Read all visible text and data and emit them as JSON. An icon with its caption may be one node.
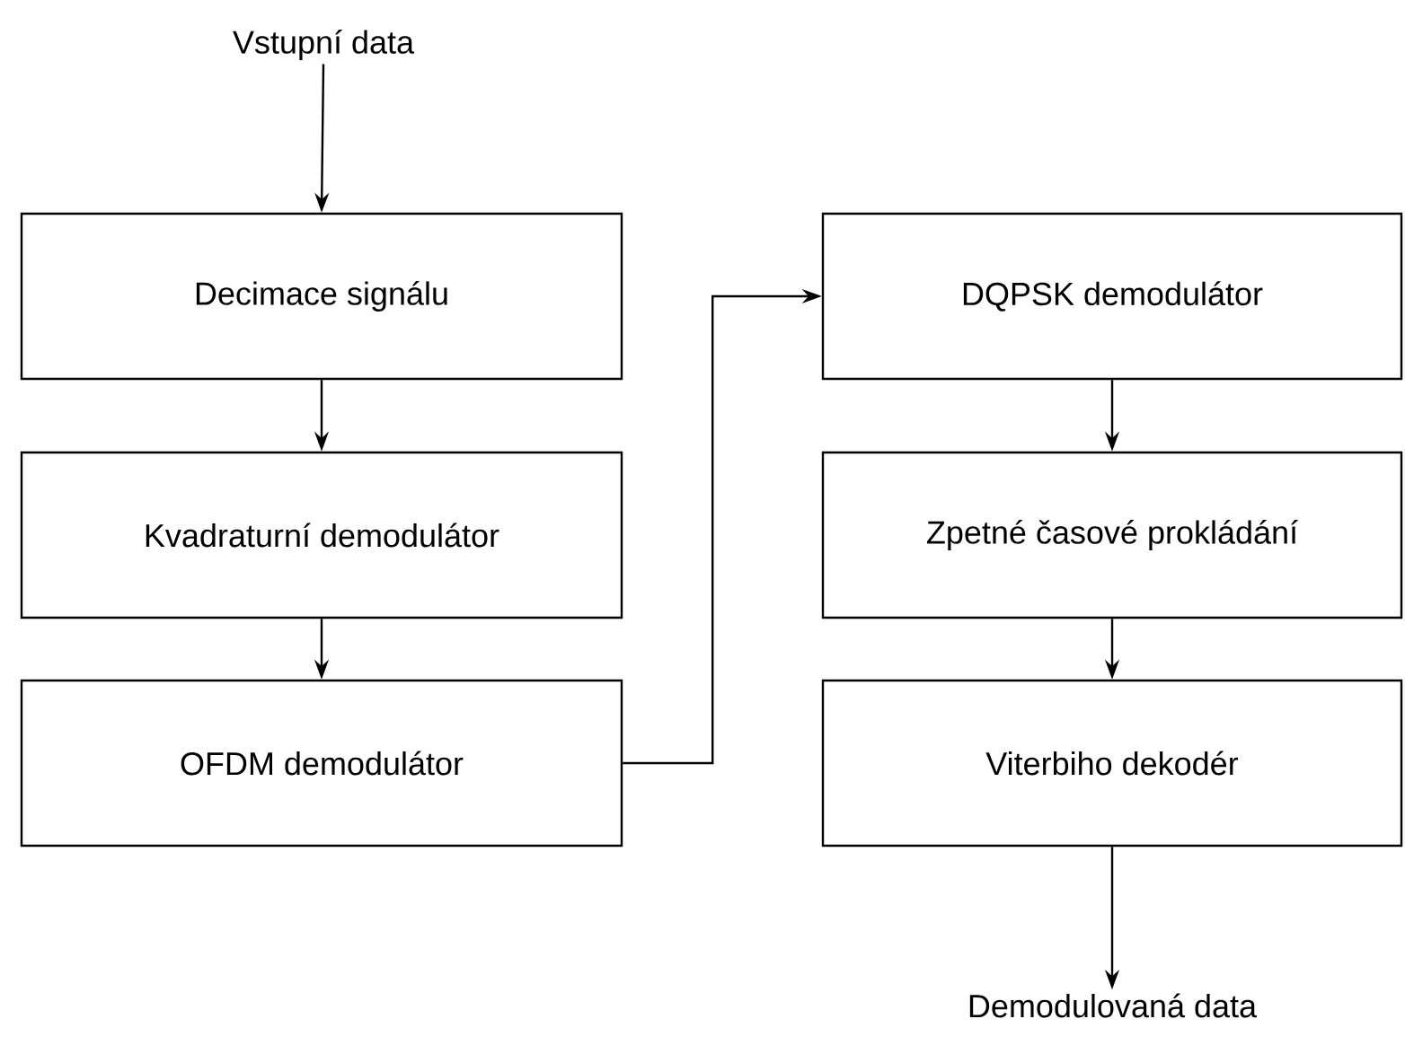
{
  "diagram": {
    "nodes": [
      {
        "text": [
          "Vstupní data"
        ]
      },
      {
        "text": [
          "Decimace signálu"
        ]
      },
      {
        "text": [
          "Kvadraturní demodulátor"
        ]
      },
      {
        "text": [
          "OFDM demodulátor"
        ]
      },
      {
        "text": [
          "DQPSK demodulátor"
        ]
      },
      {
        "text": [
          "Zpetné časové prokládání"
        ]
      },
      {
        "text": [
          "Viterbiho dekodér"
        ]
      },
      {
        "text": [
          "Demodulovaná data"
        ]
      }
    ],
    "edges": [
      {
        "from": 0,
        "to": 1,
        "arrow": "to"
      },
      {
        "from": 1,
        "to": 2,
        "arrow": "to"
      },
      {
        "from": 2,
        "to": 3,
        "arrow": "to"
      },
      {
        "from": 3,
        "to": 4,
        "arrow": "to"
      },
      {
        "from": 4,
        "to": 5,
        "arrow": "to"
      },
      {
        "from": 5,
        "to": 6,
        "arrow": "to"
      },
      {
        "from": 6,
        "to": 7,
        "arrow": "to"
      }
    ]
  }
}
